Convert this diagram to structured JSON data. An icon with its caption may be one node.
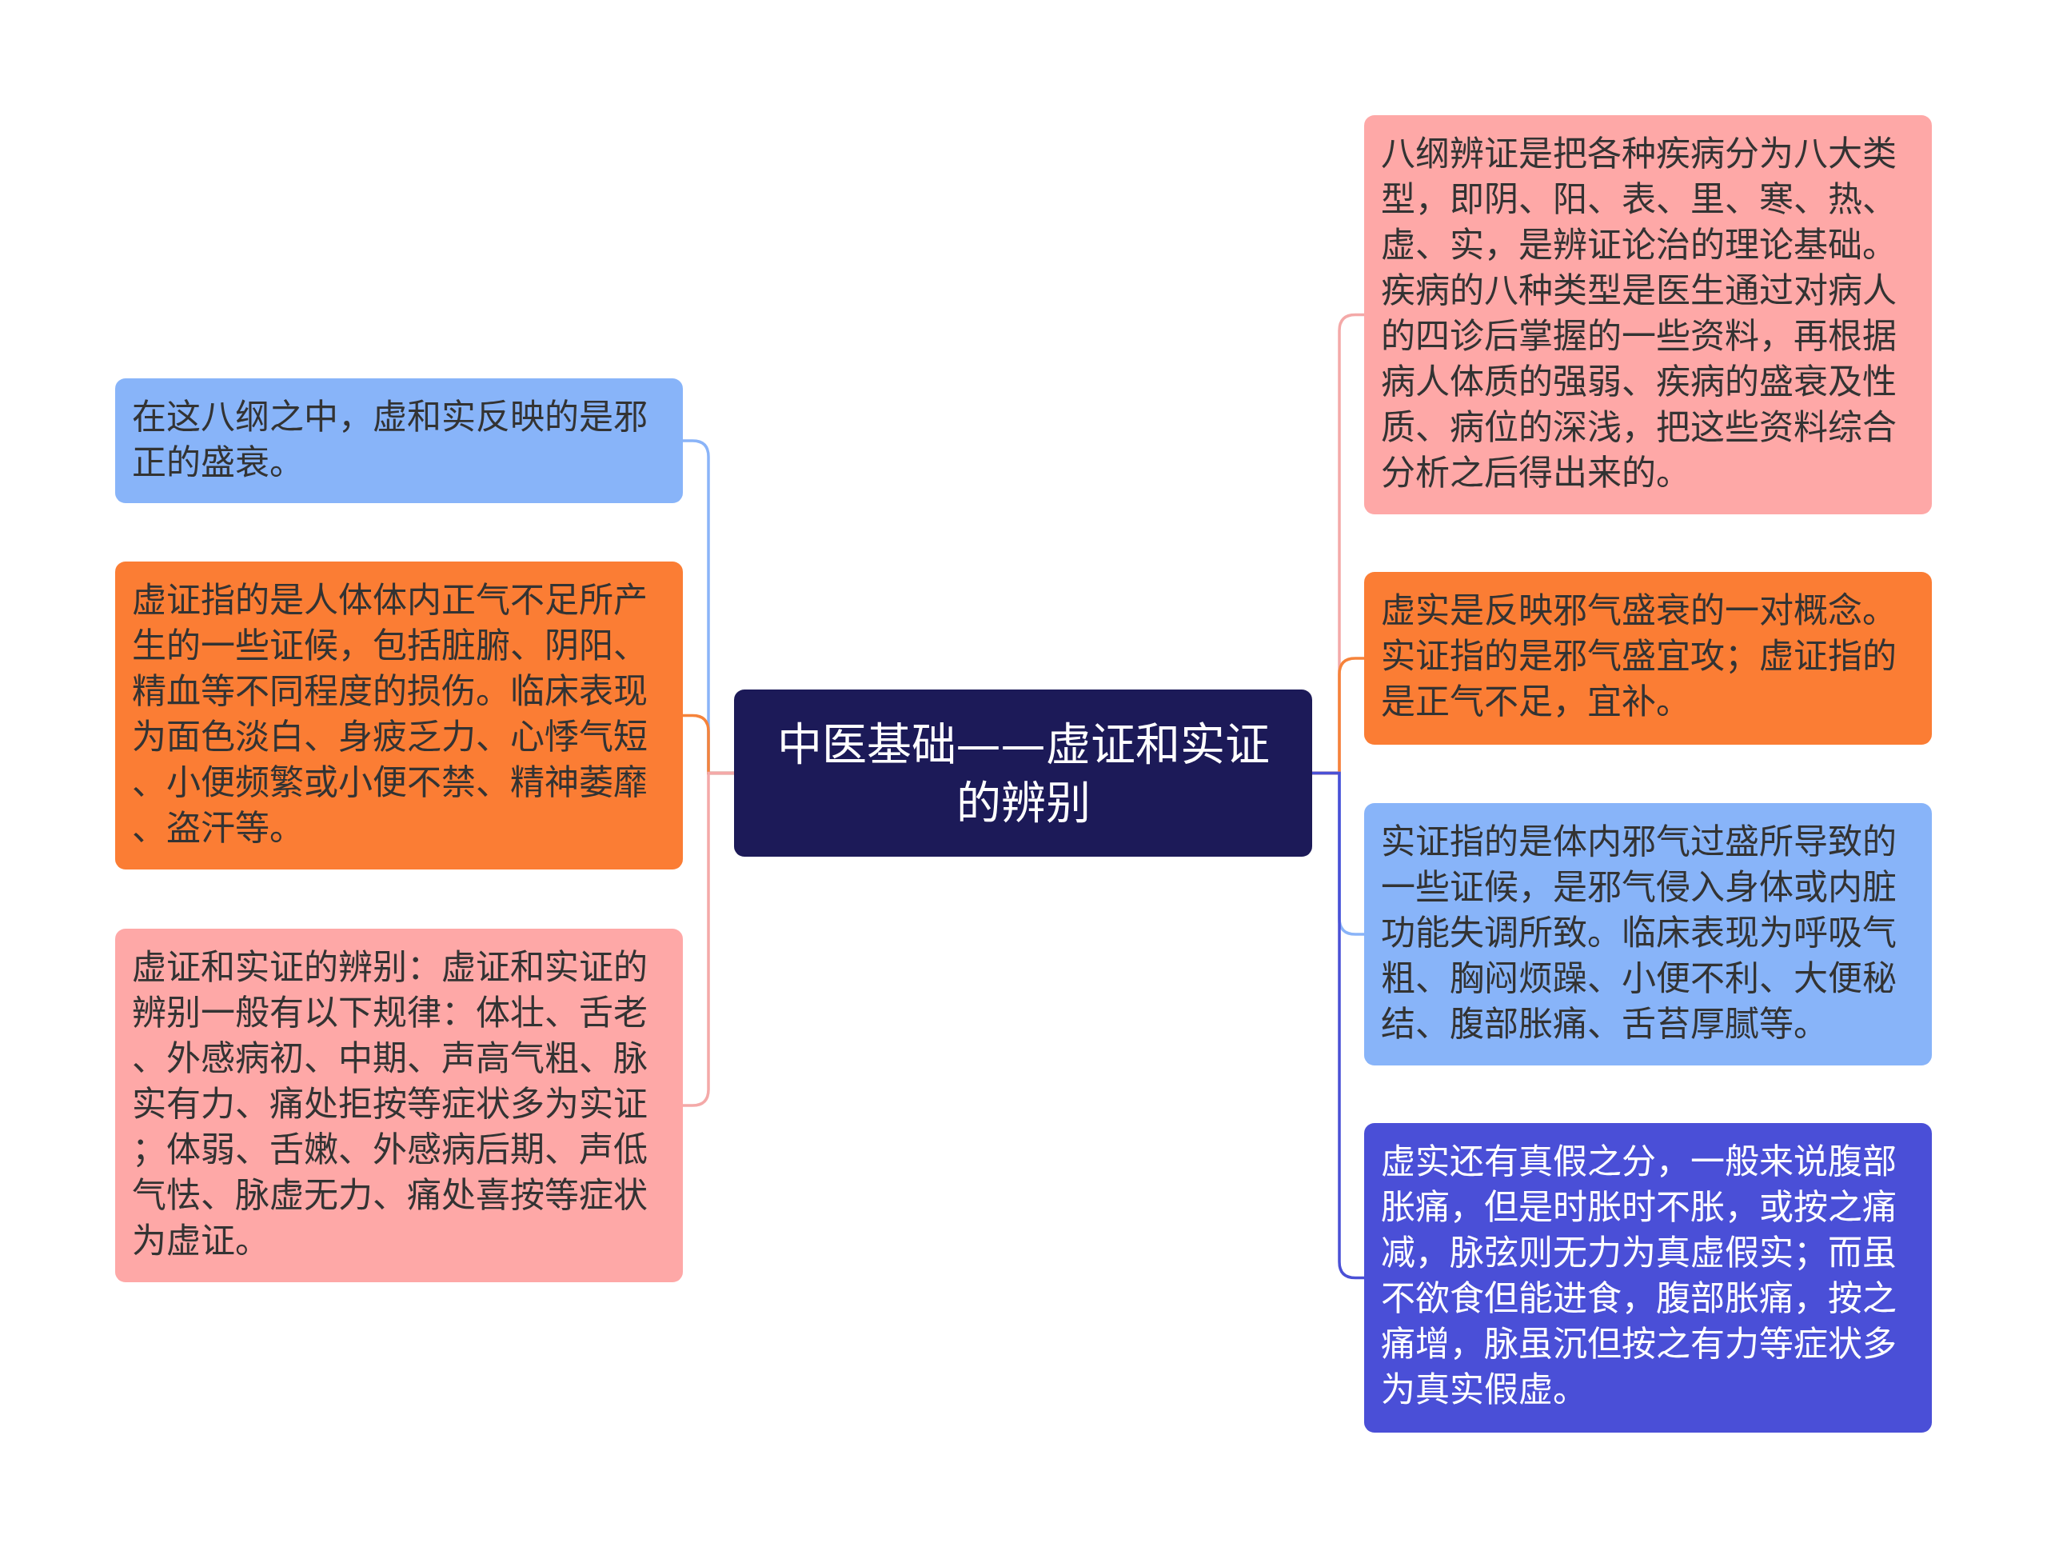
{
  "diagram": {
    "nodes": [
      {
        "text": [
          "中医基础——虚证和实证的辨别"
        ]
      },
      {
        "text": [
          "在这八纲之中，虚和实反映的是邪正的盛衰。"
        ]
      },
      {
        "text": [
          "虚证指的是人体体内正气不足所产生的一些证候，包括脏腑、阴阳、精血等不同程度的损伤。临床表现为面色淡白、身疲乏力、心悸气短、小便频繁或小便不禁、精神萎靡、盗汗等。"
        ]
      },
      {
        "text": [
          "虚证和实证的辨别：虚证和实证的辨别一般有以下规律：体壮、舌老、外感病初、中期、声高气粗、脉实有力、痛处拒按等症状多为实证；体弱、舌嫩、外感病后期、声低气怯、脉虚无力、痛处喜按等症状为虚证。"
        ]
      },
      {
        "text": [
          "八纲辨证是把各种疾病分为八大类型，即阴、阳、表、里、寒、热、虚、实，是辨证论治的理论基础。疾病的八种类型是医生通过对病人的四诊后掌握的一些资料，再根据病人体质的强弱、疾病的盛衰及性质、病位的深浅，把这些资料综合分析之后得出来的。"
        ]
      },
      {
        "text": [
          "虚实是反映邪气盛衰的一对概念。实证指的是邪气盛宜攻；虚证指的是正气不足，宜补。"
        ]
      },
      {
        "text": [
          "实证指的是体内邪气过盛所导致的一些证候，是邪气侵入身体或内脏功能失调所致。临床表现为呼吸气粗、胸闷烦躁、小便不利、大便秘结、腹部胀痛、舌苔厚腻等。"
        ]
      },
      {
        "text": [
          "虚实还有真假之分，一般来说腹部胀痛，但是时胀时不胀，或按之痛减，脉弦则无力为真虚假实；而虽不欲食但能进食，腹部胀痛，按之痛增，脉虽沉但按之有力等症状多为真实假虚。"
        ]
      }
    ],
    "edges": [
      {
        "from": 0,
        "to": 1,
        "arrow": "none",
        "color": "#8ab4f8"
      },
      {
        "from": 0,
        "to": 2,
        "arrow": "none",
        "color": "#f6833a"
      },
      {
        "from": 0,
        "to": 3,
        "arrow": "none",
        "color": "#f4a9a8"
      },
      {
        "from": 0,
        "to": 4,
        "arrow": "none",
        "color": "#f4a9a8"
      },
      {
        "from": 0,
        "to": 5,
        "arrow": "none",
        "color": "#f6833a"
      },
      {
        "from": 0,
        "to": 6,
        "arrow": "none",
        "color": "#8ab4f8"
      },
      {
        "from": 0,
        "to": 7,
        "arrow": "none",
        "color": "#4a50d6"
      }
    ]
  }
}
